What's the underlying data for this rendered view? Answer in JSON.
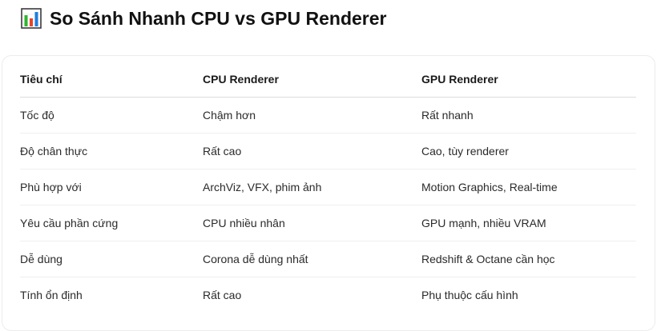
{
  "header": {
    "icon": "bar-chart-icon",
    "title": "So Sánh Nhanh CPU vs GPU Renderer"
  },
  "icon_colors": {
    "bar_green": "#2fb52f",
    "bar_red": "#e8442a",
    "bar_blue": "#1e7ee0",
    "frame": "#3a3a3a"
  },
  "table": {
    "columns": [
      "Tiêu chí",
      "CPU Renderer",
      "GPU Renderer"
    ],
    "rows": [
      [
        "Tốc độ",
        "Chậm hơn",
        "Rất nhanh"
      ],
      [
        "Độ chân thực",
        "Rất cao",
        "Cao, tùy renderer"
      ],
      [
        "Phù hợp với",
        "ArchViz, VFX, phim ảnh",
        "Motion Graphics, Real-time"
      ],
      [
        "Yêu cầu phần cứng",
        "CPU nhiều nhân",
        "GPU mạnh, nhiều VRAM"
      ],
      [
        "Dễ dùng",
        "Corona dễ dùng nhất",
        "Redshift & Octane cần học"
      ],
      [
        "Tính ổn định",
        "Rất cao",
        "Phụ thuộc cấu hình"
      ]
    ]
  }
}
